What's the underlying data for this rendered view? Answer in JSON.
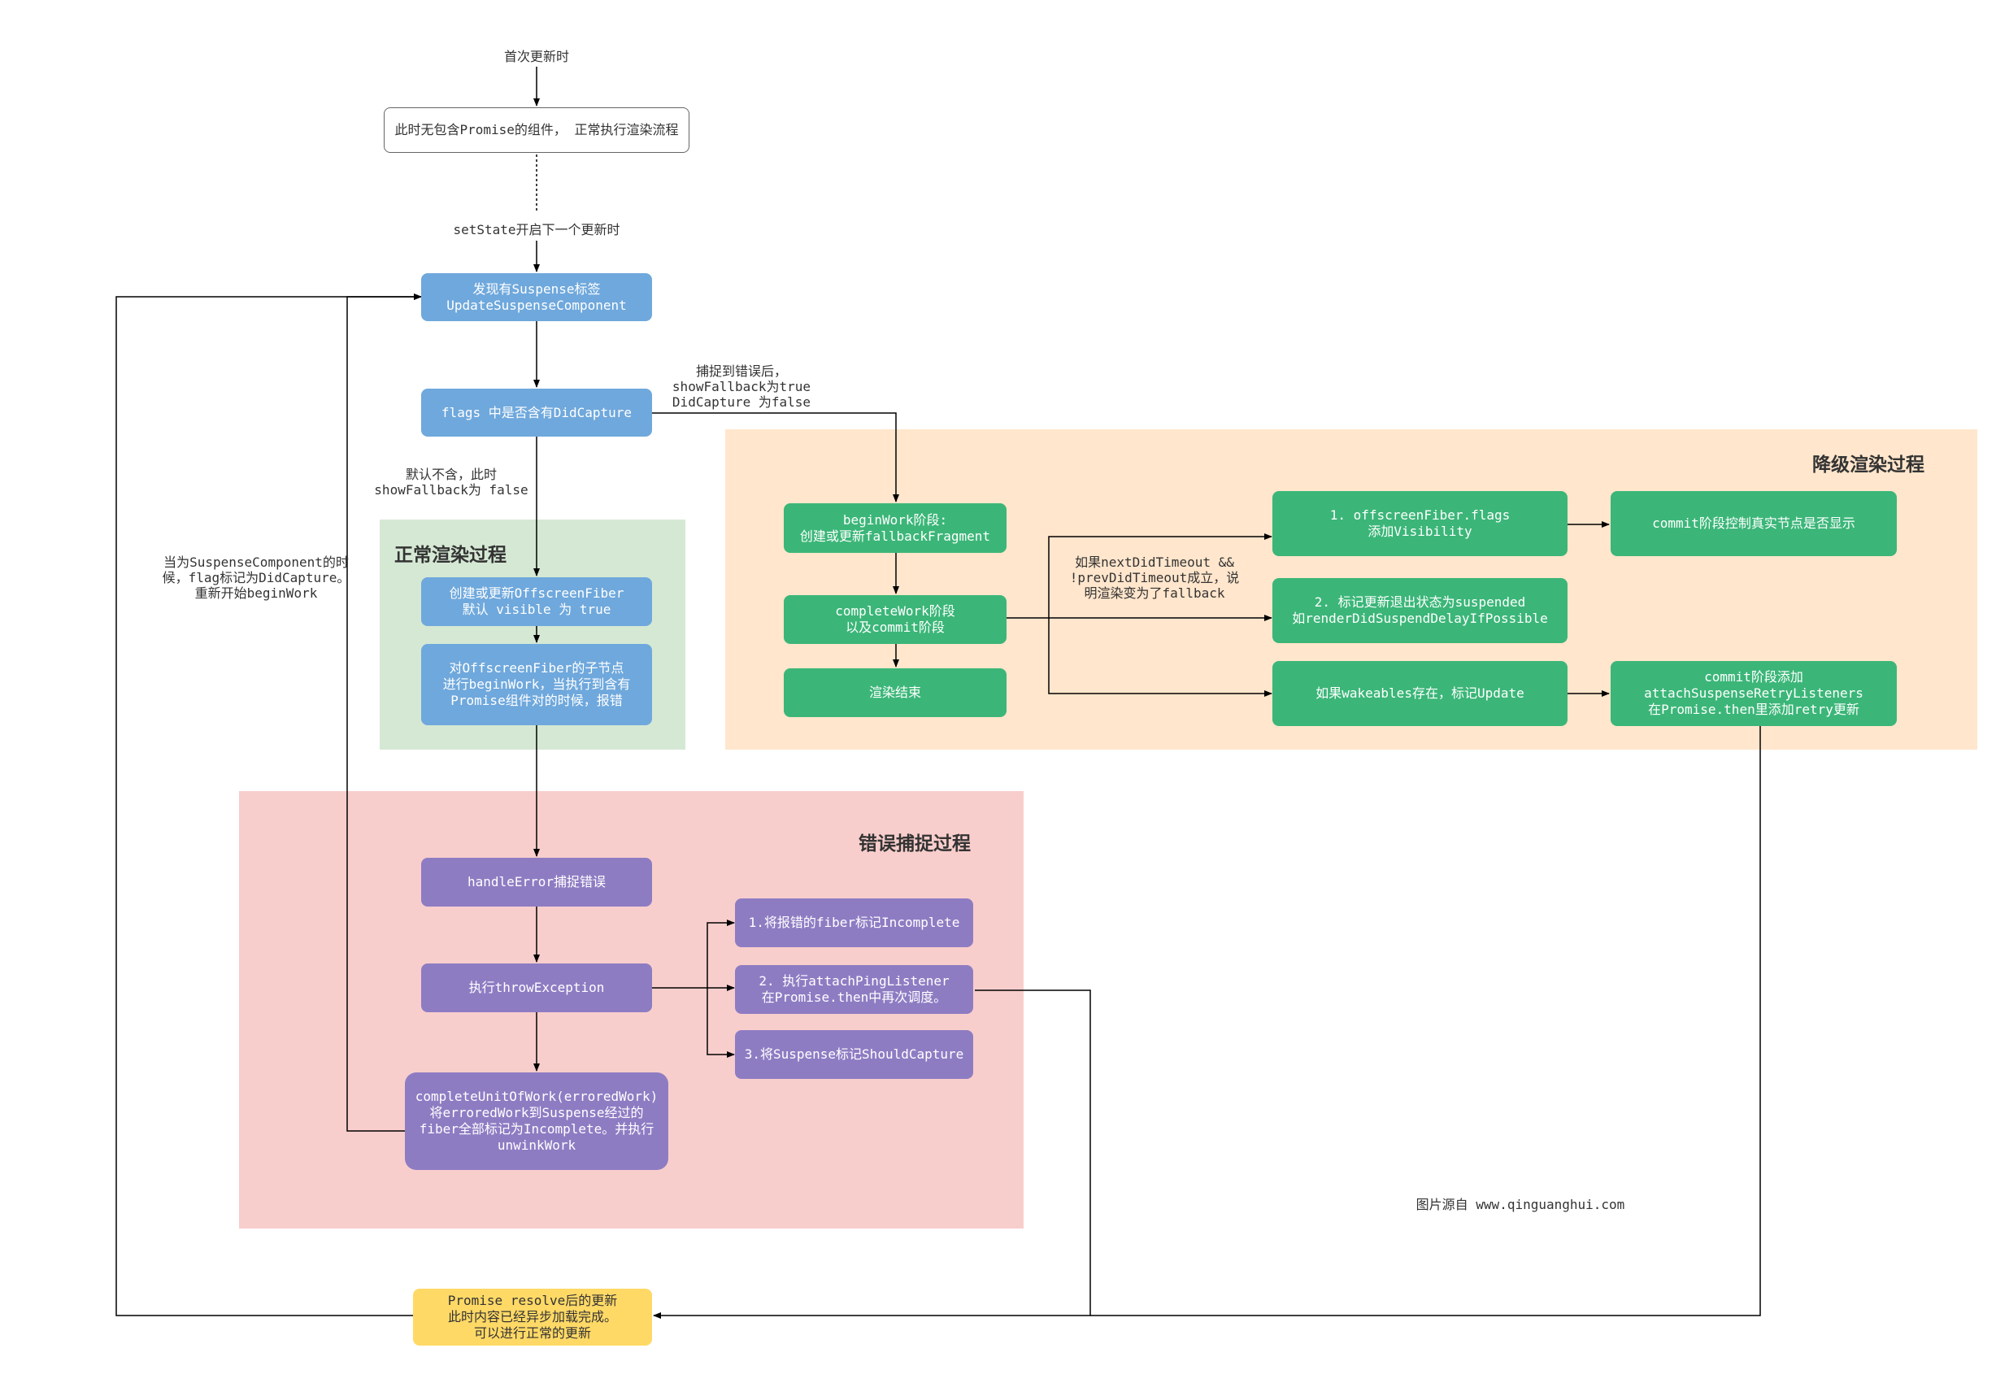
{
  "colors": {
    "node_blue": "#6fa8dc",
    "node_green": "#3bb678",
    "node_purple": "#8e7cc3",
    "node_yellow": "#ffd966",
    "region_green": "#d5e8d4",
    "region_orange": "#ffe6cc",
    "region_red": "#f8cecc",
    "line": "#000000"
  },
  "regions": {
    "normal": "正常渲染过程",
    "error": "错误捕捉过程",
    "fallback": "降级渲染过程"
  },
  "nodes": {
    "initial": "此时无包含Promise的组件， 正常执行渲染流程",
    "suspense_found": "发现有Suspense标签\nUpdateSuspenseComponent",
    "flags_check": "flags 中是否含有DidCapture",
    "offscreen": "创建或更新OffscreenFiber\n默认 visible 为 true",
    "children_begin": "对OffscreenFiber的子节点\n进行beginWork，当执行到含有\nPromise组件对的时候，报错",
    "handle_error": "handleError捕捉错误",
    "throw_exception": "执行throwException",
    "complete_unit": "completeUnitOfWork(erroredWork)\n将erroredWork到Suspense经过的\nfiber全部标记为Incomplete。并执行\nunwinkWork",
    "mark_incomplete": "1.将报错的fiber标记Incomplete",
    "attach_ping": "2. 执行attachPingListener\n在Promise.then中再次调度。",
    "should_capture": "3.将Suspense标记ShouldCapture",
    "begin_work_fallback": "beginWork阶段:\n创建或更新fallbackFragment",
    "complete_commit": "completeWork阶段\n以及commit阶段",
    "render_end": "渲染结束",
    "add_visibility": "1. offscreenFiber.flags\n添加Visibility",
    "mark_suspended": "2. 标记更新退出状态为suspended\n如renderDidSuspendDelayIfPossible",
    "wakeables": "如果wakeables存在，标记Update",
    "commit_control": "commit阶段控制真实节点是否显示",
    "commit_retry": "commit阶段添加\nattachSuspenseRetryListeners\n在Promise.then里添加retry更新",
    "promise_resolve": "Promise resolve后的更新\n此时内容已经异步加载完成。\n可以进行正常的更新"
  },
  "labels": {
    "first_update": "首次更新时",
    "set_state": "setState开启下一个更新时",
    "caught_error": "捕捉到错误后，\nshowFallback为true\nDidCapture 为false",
    "default_none": "默认不含，此时\nshowFallback为 false",
    "re_begin": "当为SuspenseComponent的时\n候，flag标记为DidCapture。\n重新开始beginWork",
    "timeout_note": "如果nextDidTimeout &&\n!prevDidTimeout成立，说\n明渲染变为了fallback",
    "source": "图片源自 www.qinguanghui.com"
  }
}
